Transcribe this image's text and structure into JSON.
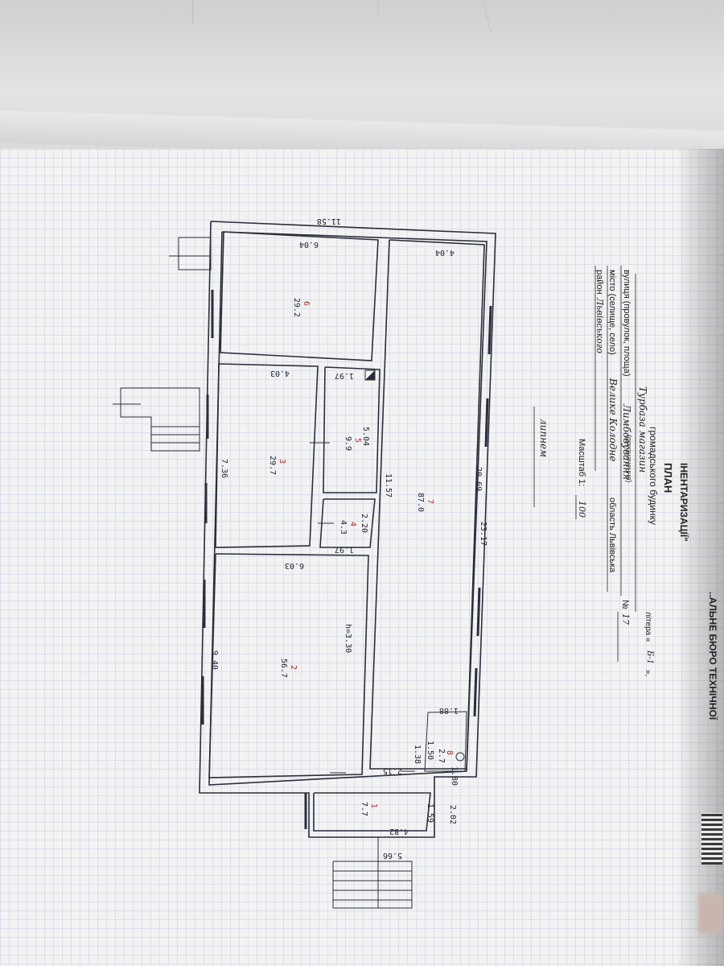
{
  "header": {
    "stamp_partial": "ІНЕНТАРИЗАЦІЇ\"",
    "bureau_partial": "..АЛЬНЕ БЮРО ТЕХНІЧНОЇ"
  },
  "title": {
    "plan": "ПЛАН",
    "subtitle": "громадського будинку",
    "purpose_handwritten": "Турбаза магазин",
    "purpose_caption": "(призначення)",
    "letter_label": "літера «",
    "letter_value": "Б-1",
    "letter_close": "»,",
    "street_label": "вулиця (провулок, площа)",
    "street_value": "Лимбовування",
    "number_label": "№",
    "number_value": "17",
    "city_label": "місто (селище, село)",
    "city_value": "Велике Колодне",
    "region_label": "область Львівська",
    "district_label": "район",
    "district_value": "Львівського",
    "scale_label": "Масштаб 1:",
    "scale_value": "100",
    "date_handwritten": "липнем"
  },
  "dimensions": {
    "overall_width": "11.58",
    "overall_length": "23.17",
    "r6_w": "6.04",
    "r7_w": "4.04",
    "r3_w": "4.03",
    "r5_w": "1.97",
    "r5_l": "5.04",
    "r7_l": "20.69",
    "r7_l2": "11.57",
    "r3_l": "7.36",
    "r4_l": "2.20",
    "r4_w": "1.97",
    "r2_w": "6.03",
    "r2_l": "9.40",
    "height": "h=3.30",
    "r8_a": "1.88",
    "r8_b": "1.50",
    "r8_c": "1.38",
    "r8_d": "1.80",
    "vest_a": "2.15",
    "vest_b": "2.02",
    "vest_c": "1.59",
    "vest_d": "4.82",
    "vest_e": "5.66"
  },
  "rooms": [
    {
      "id": "6",
      "area": "29.2"
    },
    {
      "id": "3",
      "area": "29.7"
    },
    {
      "id": "5",
      "area": "9.9"
    },
    {
      "id": "4",
      "area": "4.3"
    },
    {
      "id": "7",
      "area": "87.0"
    },
    {
      "id": "2",
      "area": "56.7"
    },
    {
      "id": "8",
      "area": "2.7"
    },
    {
      "id": "1",
      "area": "7.7"
    }
  ],
  "colors": {
    "ink": "#2b2e3a",
    "red_ink": "#b02a2a",
    "paper": "#f3f3f4"
  }
}
